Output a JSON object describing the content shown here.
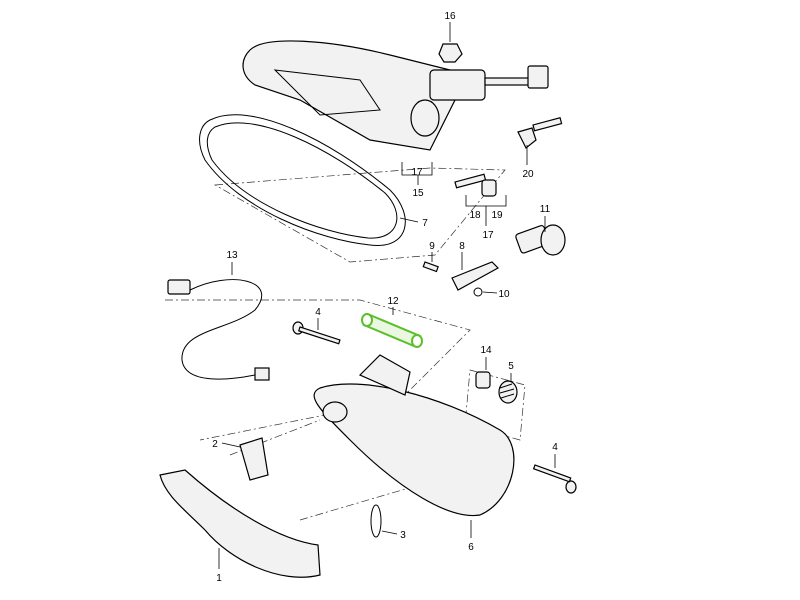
{
  "diagram": {
    "highlight_color": "#5cbf2a",
    "labels": {
      "p16": "16",
      "p17a": "17",
      "p15": "15",
      "p20": "20",
      "p18": "18",
      "p19": "19",
      "p17b": "17",
      "p11": "11",
      "p7": "7",
      "p9": "9",
      "p8": "8",
      "p10": "10",
      "p13": "13",
      "p12": "12",
      "p4a": "4",
      "p14": "14",
      "p5": "5",
      "p2": "2",
      "p4b": "4",
      "p3": "3",
      "p6": "6",
      "p1": "1"
    }
  }
}
